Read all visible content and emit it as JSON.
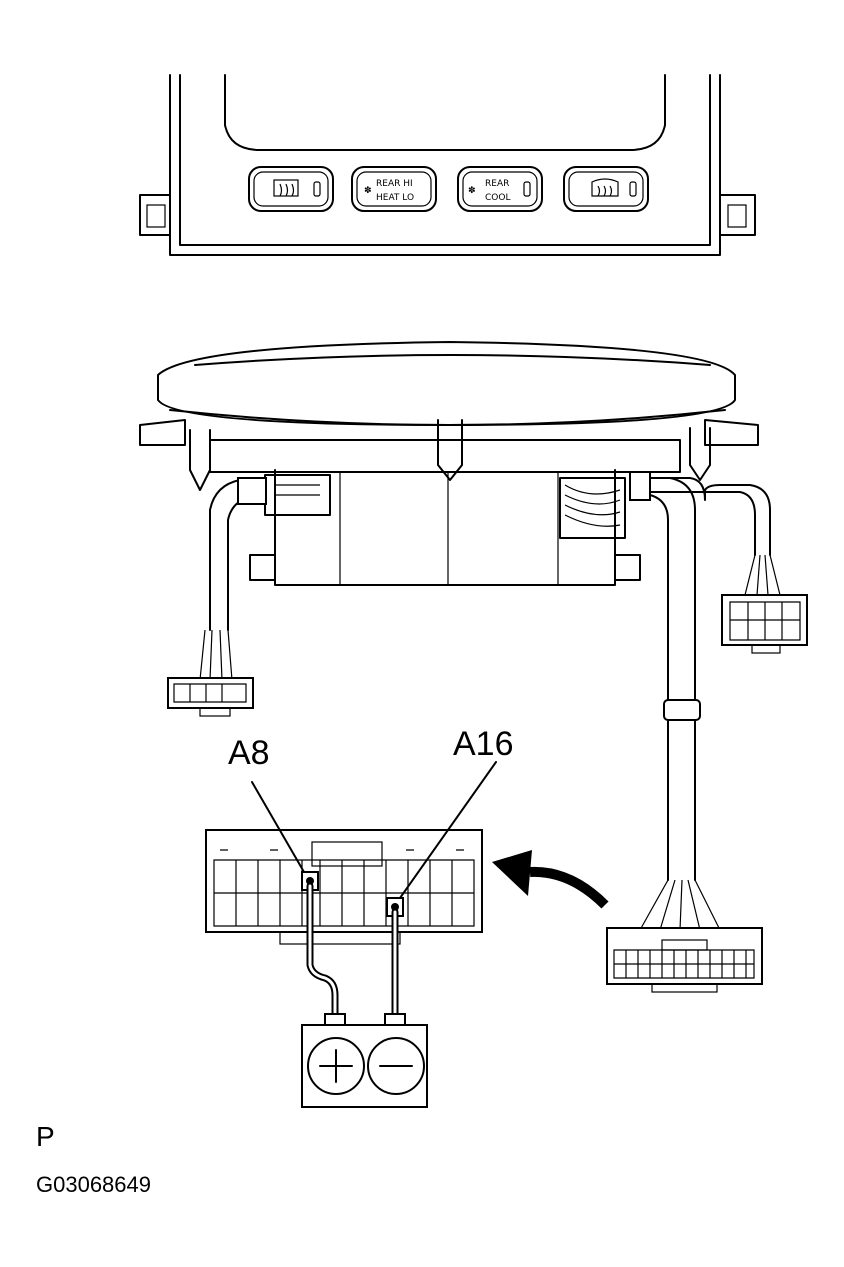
{
  "panel": {
    "buttons": [
      {
        "line1": "",
        "line2": "",
        "icon": "rear-defogger-icon"
      },
      {
        "line1": "REAR HI",
        "line2": "HEAT LO",
        "icon": "fan-icon"
      },
      {
        "line1": "REAR",
        "line2": "COOL",
        "icon": "fan-icon"
      },
      {
        "line1": "",
        "line2": "",
        "icon": "windshield-defogger-icon"
      }
    ]
  },
  "terminals": {
    "positive": "A8",
    "negative": "A16"
  },
  "battery": {
    "positive_symbol": "+",
    "negative_symbol": "−"
  },
  "footer": {
    "letter": "P",
    "figure_code": "G03068649"
  }
}
